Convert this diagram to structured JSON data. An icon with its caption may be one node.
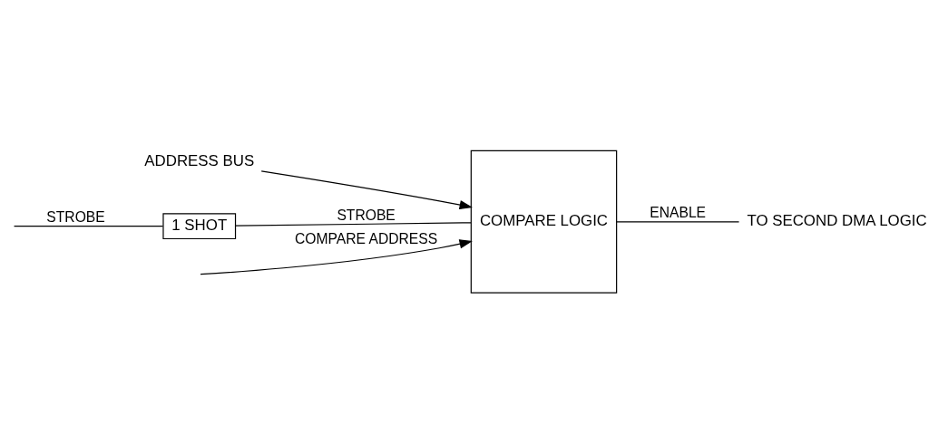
{
  "diagram": {
    "nodes": [
      {
        "text": [
          "ADDRESS BUS"
        ]
      },
      {
        "text": [
          "COMPARE LOGIC"
        ]
      },
      {
        "text": [
          "TO SECOND DMA LOGIC"
        ]
      },
      {
        "text": [
          "1 SHOT"
        ]
      }
    ],
    "edges": [
      {
        "from": 0,
        "to": 1,
        "arrow": "to"
      },
      {
        "from": null,
        "to": 1,
        "arrow": "to",
        "label": "COMPARE ADDRESS"
      },
      {
        "from": 1,
        "to": 2,
        "arrow": "none",
        "label": "ENABLE"
      },
      {
        "from": 3,
        "to": 1,
        "arrow": "none",
        "label": "STROBE"
      },
      {
        "from": null,
        "to": 3,
        "arrow": "none",
        "label": "STROBE"
      }
    ]
  }
}
